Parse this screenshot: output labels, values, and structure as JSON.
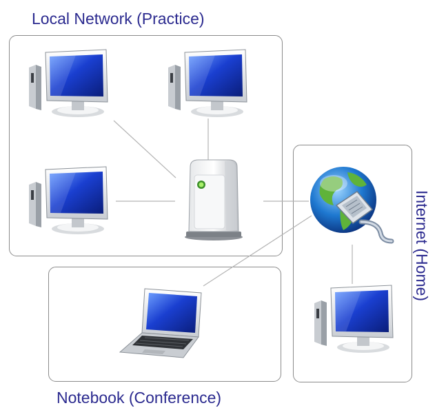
{
  "zones": {
    "local_network": {
      "label": "Local Network (Practice)"
    },
    "internet": {
      "label": "Internet (Home)"
    },
    "notebook": {
      "label": "Notebook (Conference)"
    }
  },
  "colors": {
    "label_text": "#2b2a8f",
    "zone_border": "#8a8a8a",
    "connector": "#b4b4b4",
    "screen_blue": "#1a3fd0"
  },
  "icons": {
    "workstation": "desktop-computer-icon",
    "server": "server-tower-icon",
    "internet": "globe-network-icon",
    "laptop": "laptop-icon"
  }
}
